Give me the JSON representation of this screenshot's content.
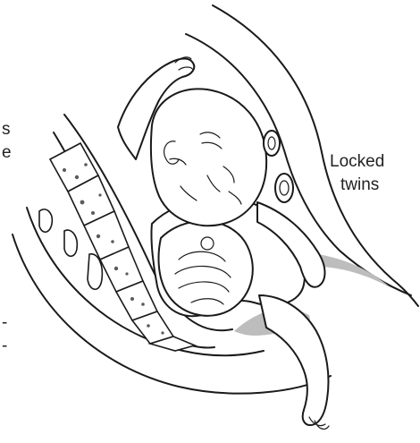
{
  "labels": {
    "locked_twins_line1": "Locked",
    "locked_twins_line2": "twins",
    "left_cut_1": "s",
    "left_cut_2": "e",
    "left_cut_3": "-",
    "left_cut_4": "-"
  },
  "colors": {
    "line": "#1a1a1a",
    "shade": "#bdbdbd",
    "background": "#ffffff"
  }
}
